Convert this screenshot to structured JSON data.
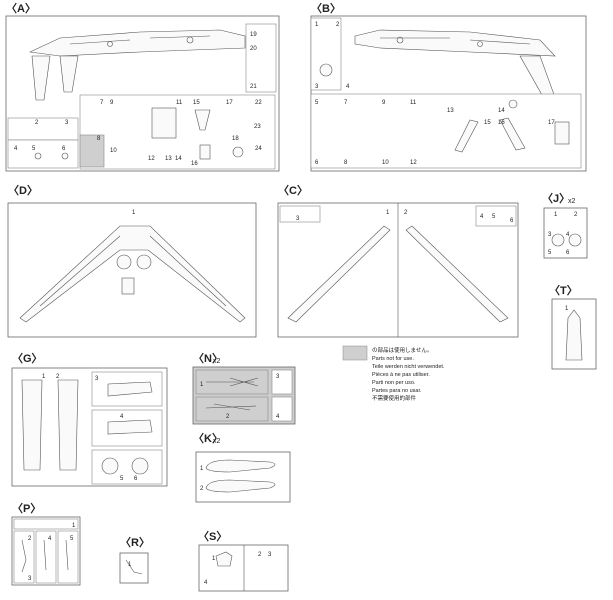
{
  "sprues": {
    "A": {
      "label": "〈A〉"
    },
    "B": {
      "label": "〈B〉"
    },
    "C": {
      "label": "〈C〉"
    },
    "D": {
      "label": "〈D〉"
    },
    "J": {
      "label": "〈J〉",
      "mult": "x2"
    },
    "T": {
      "label": "〈T〉"
    },
    "G": {
      "label": "〈G〉"
    },
    "N": {
      "label": "〈N〉",
      "mult": "x2"
    },
    "K": {
      "label": "〈K〉",
      "mult": "x2"
    },
    "P": {
      "label": "〈P〉"
    },
    "R": {
      "label": "〈R〉"
    },
    "S": {
      "label": "〈S〉"
    }
  },
  "parts_A": [
    "2",
    "3",
    "4",
    "5",
    "6",
    "7",
    "8",
    "9",
    "10",
    "11",
    "12",
    "13",
    "14",
    "15",
    "16",
    "17",
    "18",
    "19",
    "20",
    "21",
    "22",
    "23",
    "24"
  ],
  "parts_B": [
    "1",
    "2",
    "3",
    "4",
    "5",
    "6",
    "7",
    "8",
    "9",
    "10",
    "11",
    "12",
    "13",
    "14",
    "15",
    "16",
    "17"
  ],
  "parts_C": [
    "1",
    "2",
    "3",
    "4",
    "5",
    "6"
  ],
  "parts_D": [
    "1"
  ],
  "parts_J": [
    "1",
    "2",
    "3",
    "4",
    "5",
    "6"
  ],
  "parts_T": [
    "1"
  ],
  "parts_G": [
    "1",
    "2",
    "3",
    "4",
    "5",
    "6"
  ],
  "parts_N": [
    "1",
    "2",
    "3",
    "4"
  ],
  "parts_K": [
    "1",
    "2"
  ],
  "parts_P": [
    "1",
    "2",
    "3",
    "4",
    "5"
  ],
  "parts_R": [
    "1"
  ],
  "parts_S": [
    "1",
    "2",
    "3",
    "4"
  ],
  "legend": {
    "lines": [
      "の部品は使用しません。",
      "Parts not for use.",
      "Teile werden nicht verwendet.",
      "Pièces à ne pas utiliser.",
      "Parti non per uso.",
      "Partes para no usar.",
      "不需要使用的部件"
    ],
    "swatch_color": "#cfcfcf"
  }
}
